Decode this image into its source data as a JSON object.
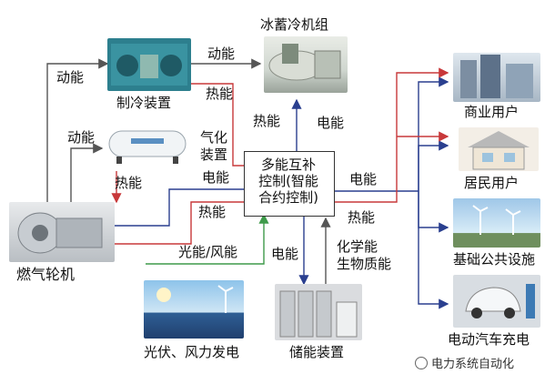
{
  "nodes": {
    "chiller": "冰蓄冷机组",
    "refrigeration": "制冷装置",
    "vaporizer_line1": "气化",
    "vaporizer_line2": "装置",
    "turbine": "燃气轮机",
    "control_line1": "多能互补",
    "control_line2": "控制(智能",
    "control_line3": "合约控制)",
    "pv_wind": "光伏、风力发电",
    "storage": "储能装置",
    "commercial": "商业用户",
    "residential": "居民用户",
    "infrastructure": "基础公共设施",
    "ev": "电动汽车充电"
  },
  "flows": {
    "kinetic_1": "动能",
    "kinetic_2": "动能",
    "kinetic_3": "动能",
    "heat_1": "热能",
    "heat_2": "热能",
    "heat_3": "热能",
    "heat_4": "热能",
    "heat_5": "热能",
    "electric_1": "电能",
    "electric_2": "电能",
    "electric_3": "电能",
    "electric_4": "电能",
    "pv_wind_flow": "光能/风能",
    "chem_line1": "化学能",
    "chem_line2": "生物质能"
  },
  "watermark": "电力系统自动化",
  "colors": {
    "red": "#c8383a",
    "blue": "#2a3f8f",
    "green": "#3e9a4a",
    "gray": "#555555"
  }
}
